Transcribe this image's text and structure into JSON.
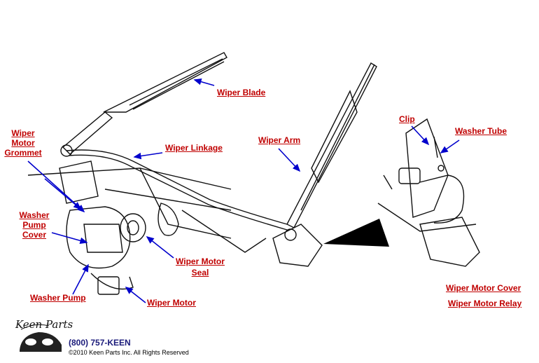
{
  "labels": {
    "wiper_blade": "Wiper Blade",
    "wiper_linkage": "Wiper Linkage",
    "wiper_motor_grommet": [
      "Wiper",
      "Motor",
      "Grommet"
    ],
    "wiper_arm": "Wiper Arm",
    "clip": "Clip",
    "washer_tube": "Washer Tube",
    "washer_pump_cover": [
      "Washer",
      "Pump",
      "Cover"
    ],
    "wiper_motor_seal": [
      "Wiper Motor",
      "Seal"
    ],
    "washer_pump": "Washer Pump",
    "wiper_motor": "Wiper Motor",
    "wiper_motor_cover": "Wiper Motor Cover",
    "wiper_motor_relay": "Wiper Motor Relay"
  },
  "footer": {
    "brand": "Keen Parts",
    "phone": "(800) 757-KEEN",
    "copyright": "©2010 Keen Parts Inc. All Rights Reserved"
  },
  "colors": {
    "label": "#c00000",
    "arrow": "#0000cc",
    "line_art": "#111111"
  },
  "icons": [
    "arrow-icon",
    "pointer-triangle-icon",
    "car-logo-icon"
  ]
}
